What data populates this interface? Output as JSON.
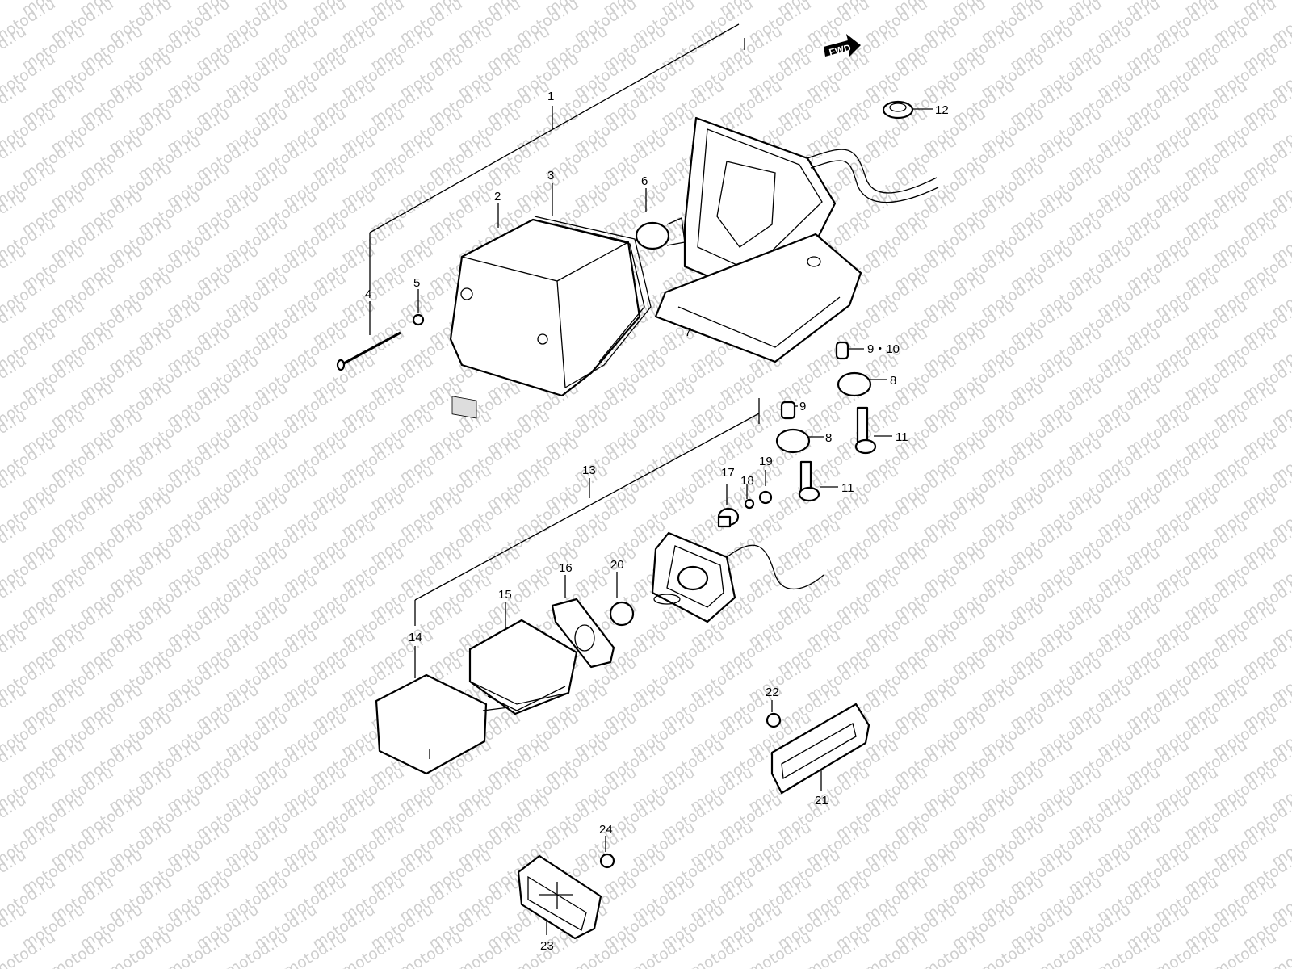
{
  "watermark": "motod.ru",
  "fwd_label": "FWD",
  "callouts": [
    {
      "id": "1",
      "label": "1"
    },
    {
      "id": "2",
      "label": "2"
    },
    {
      "id": "3",
      "label": "3"
    },
    {
      "id": "4",
      "label": "4"
    },
    {
      "id": "5",
      "label": "5"
    },
    {
      "id": "6",
      "label": "6"
    },
    {
      "id": "7",
      "label": "7"
    },
    {
      "id": "8a",
      "label": "8"
    },
    {
      "id": "8b",
      "label": "8"
    },
    {
      "id": "9",
      "label": "9"
    },
    {
      "id": "9-10",
      "label": "9・10"
    },
    {
      "id": "11a",
      "label": "11"
    },
    {
      "id": "11b",
      "label": "11"
    },
    {
      "id": "12",
      "label": "12"
    },
    {
      "id": "13",
      "label": "13"
    },
    {
      "id": "14",
      "label": "14"
    },
    {
      "id": "15",
      "label": "15"
    },
    {
      "id": "16",
      "label": "16"
    },
    {
      "id": "17",
      "label": "17"
    },
    {
      "id": "18",
      "label": "18"
    },
    {
      "id": "19",
      "label": "19"
    },
    {
      "id": "20",
      "label": "20"
    },
    {
      "id": "21",
      "label": "21"
    },
    {
      "id": "22",
      "label": "22"
    },
    {
      "id": "23",
      "label": "23"
    },
    {
      "id": "24",
      "label": "24"
    }
  ]
}
